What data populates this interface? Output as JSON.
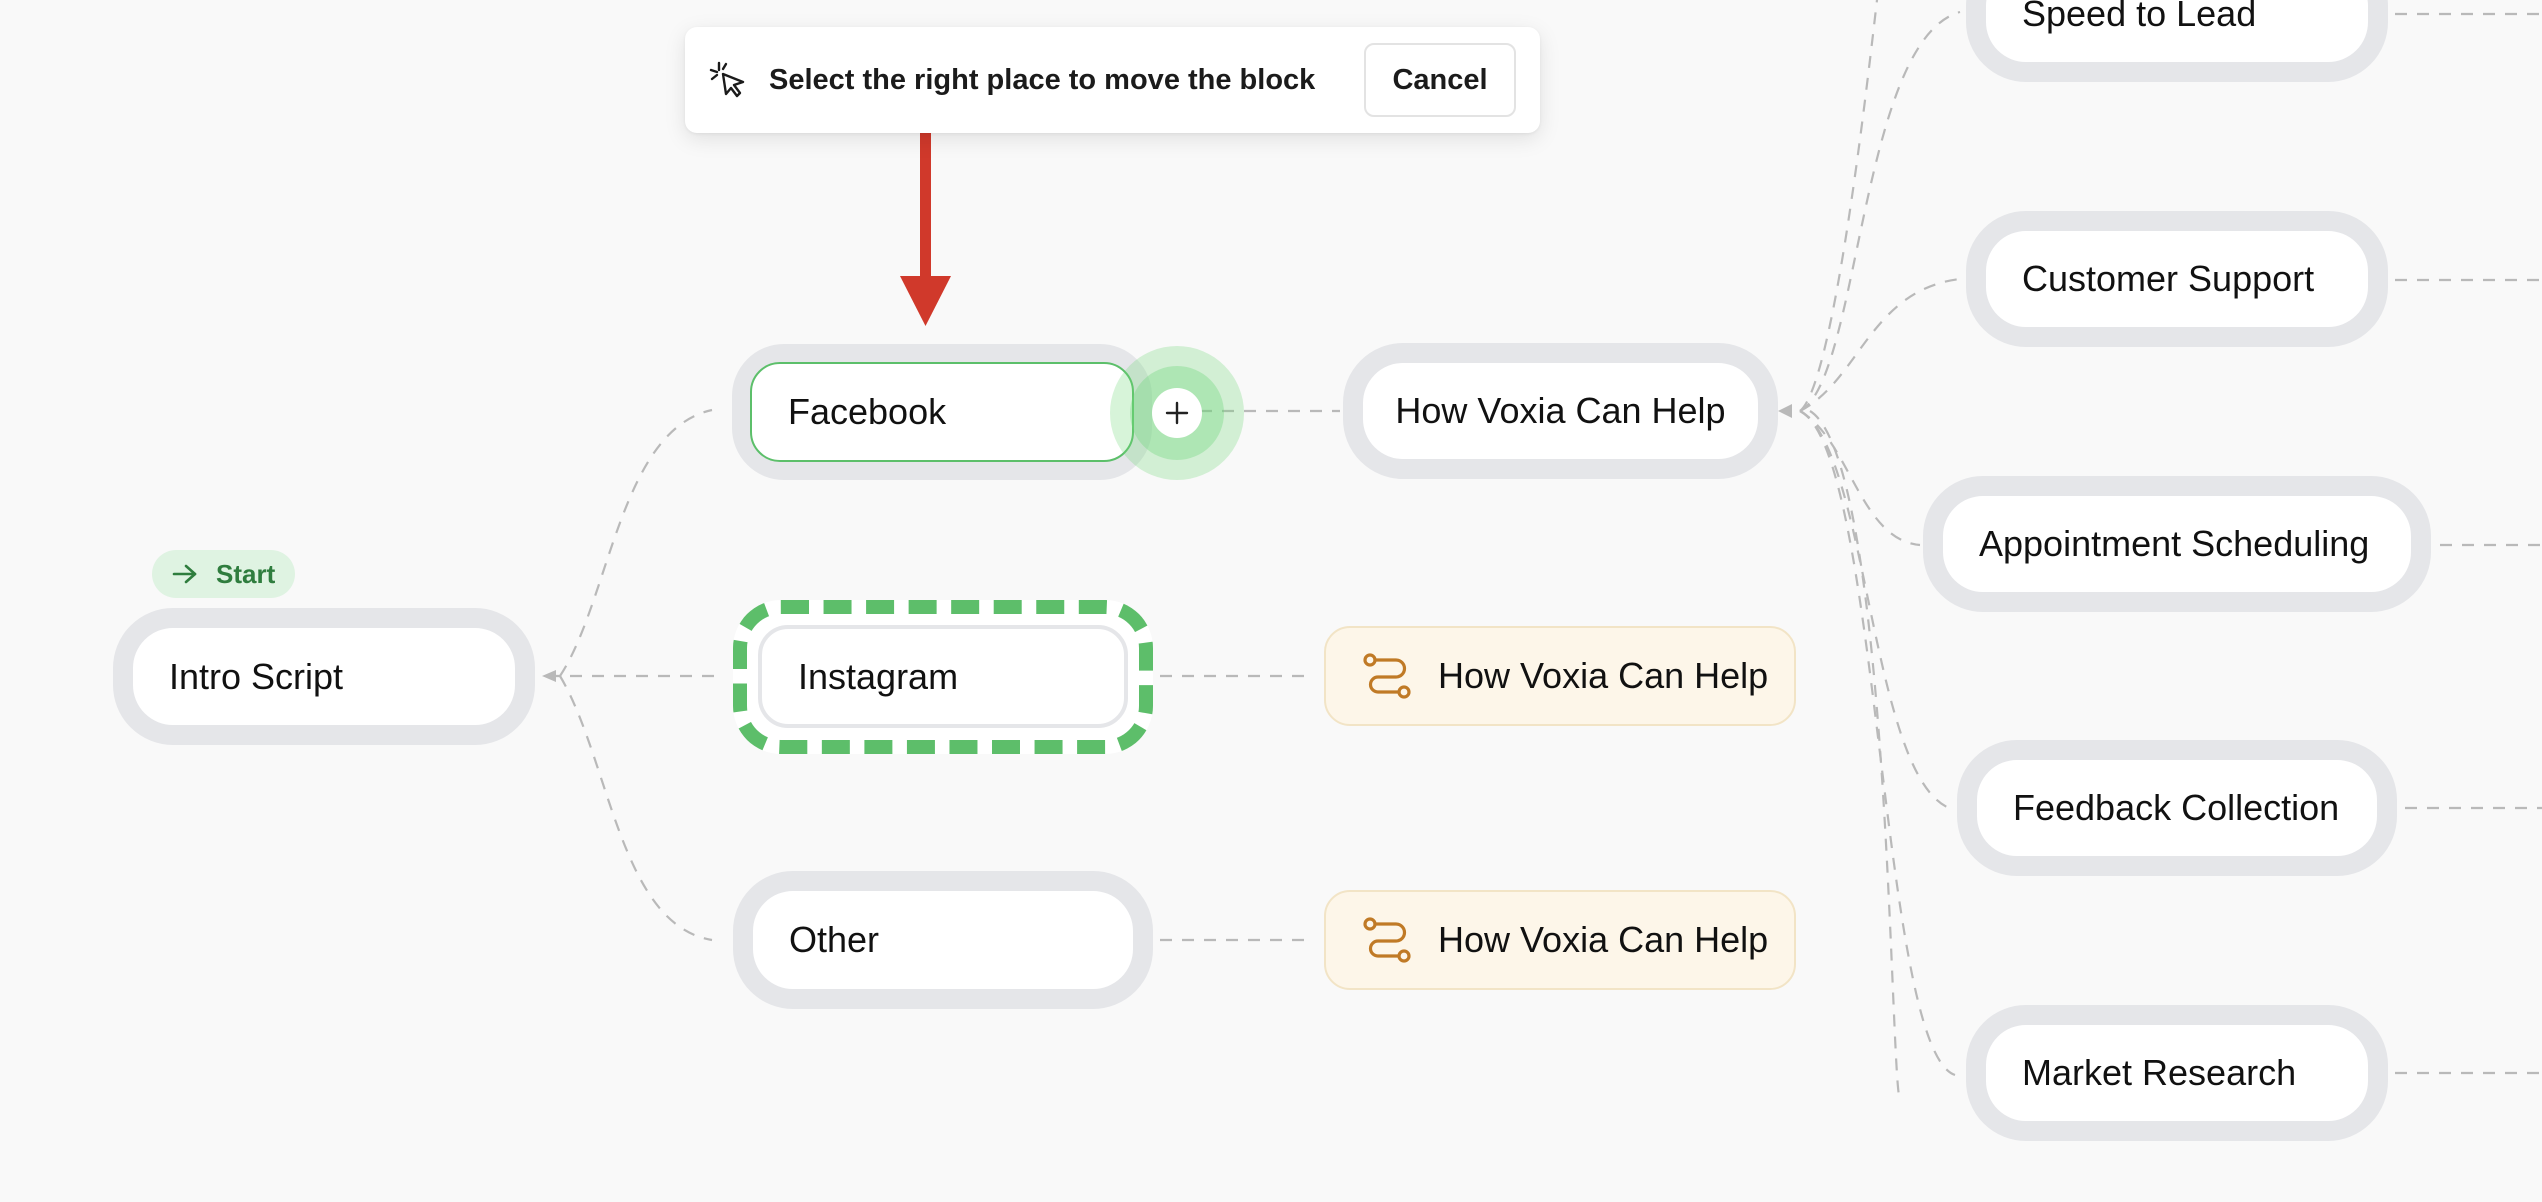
{
  "toast": {
    "message": "Select the right place to move the block",
    "cancel_label": "Cancel"
  },
  "start_badge": {
    "label": "Start"
  },
  "nodes": {
    "intro": "Intro Script",
    "facebook": "Facebook",
    "instagram": "Instagram",
    "other": "Other",
    "voxia_main": "How Voxia Can Help",
    "voxia_ref_1": "How Voxia Can Help",
    "voxia_ref_2": "How Voxia Can Help"
  },
  "branches": [
    "Speed to Lead",
    "Customer Support",
    "Appointment Scheduling",
    "Feedback Collection",
    "Market Research"
  ],
  "colors": {
    "accent_green": "#5dbe6a",
    "arrow_red": "#d0392b",
    "reference_bg": "#fdf6e9",
    "reference_icon": "#c07a26"
  },
  "icons": {
    "toast": "cursor-click-icon",
    "start": "arrow-right-icon",
    "reference": "route-icon",
    "add": "plus-icon"
  }
}
